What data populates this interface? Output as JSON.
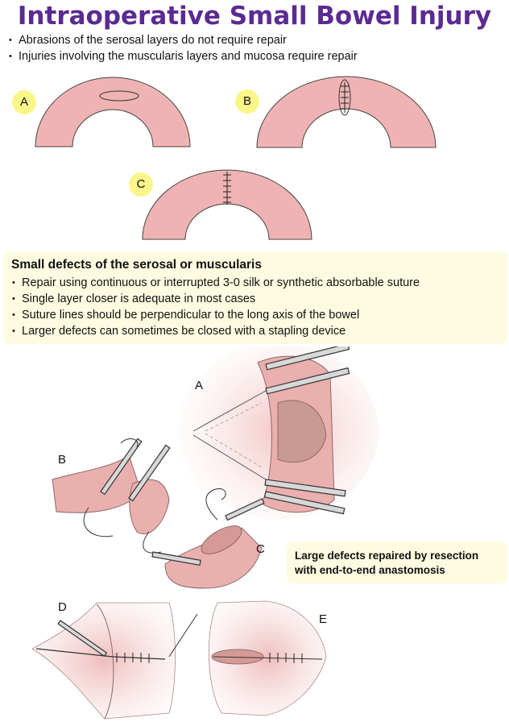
{
  "title": "Intraoperative Small Bowel Injury",
  "intro_bullets": [
    "Abrasions of the serosal layers do not require repair",
    "Injuries involving the muscularis layers and mucosa require repair"
  ],
  "diagram_labels": {
    "a": "A",
    "b": "B",
    "c": "C"
  },
  "small_defects": {
    "title": "Small defects of the serosal or muscularis",
    "bullets": [
      "Repair using continuous or interrupted 3-0 silk or synthetic absorbable suture",
      "Single layer closer is adequate in most cases",
      "Suture lines should be perpendicular to the long axis of the bowel",
      "Larger defects can sometimes be closed with a stapling device"
    ]
  },
  "large_defects": {
    "line1": "Large defects repaired by resection",
    "line2": "with end-to-end anastomosis"
  },
  "illustration_labels": {
    "a": "A",
    "b": "B",
    "c": "C",
    "d": "D",
    "e": "E"
  },
  "colors": {
    "title": "#5b2a92",
    "bowel": "#f0b3b3",
    "label_circle": "#fbf68a",
    "note_box": "#fefbe1"
  }
}
